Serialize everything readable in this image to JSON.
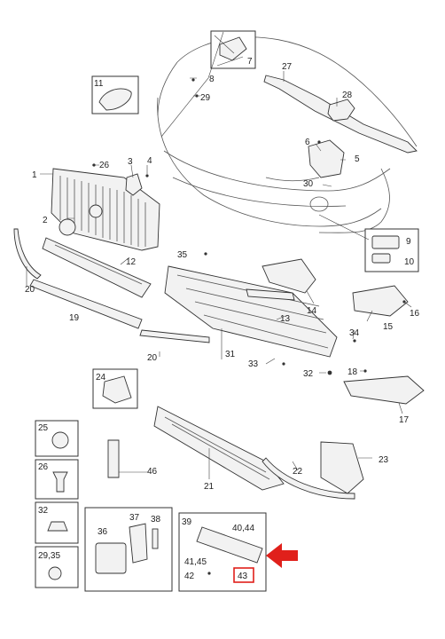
{
  "labels": {
    "l1": "1",
    "l2": "2",
    "l3": "3",
    "l4": "4",
    "l5": "5",
    "l6": "6",
    "l7": "7",
    "l8": "8",
    "l9": "9",
    "l10": "10",
    "l11": "11",
    "l12": "12",
    "l13": "13",
    "l14": "14",
    "l15": "15",
    "l16": "16",
    "l17": "17",
    "l18": "18",
    "l19": "19",
    "l20a": "20",
    "l20b": "20",
    "l21": "21",
    "l22": "22",
    "l23": "23",
    "l24": "24",
    "l25": "25",
    "l26a": "26",
    "l26b": "26",
    "l27": "27",
    "l28": "28",
    "l29a": "29",
    "l30": "30",
    "l31": "31",
    "l32a": "32",
    "l32b": "32",
    "l33": "33",
    "l34": "34",
    "l35": "35",
    "l36": "36",
    "l37": "37",
    "l38": "38",
    "l39": "39",
    "l4044": "40,44",
    "l4145": "41,45",
    "l42": "42",
    "l43": "43",
    "l46": "46",
    "l2935": "29,35"
  },
  "highlight_color": "#e0201b",
  "arrow_icon": "red-arrow-left"
}
